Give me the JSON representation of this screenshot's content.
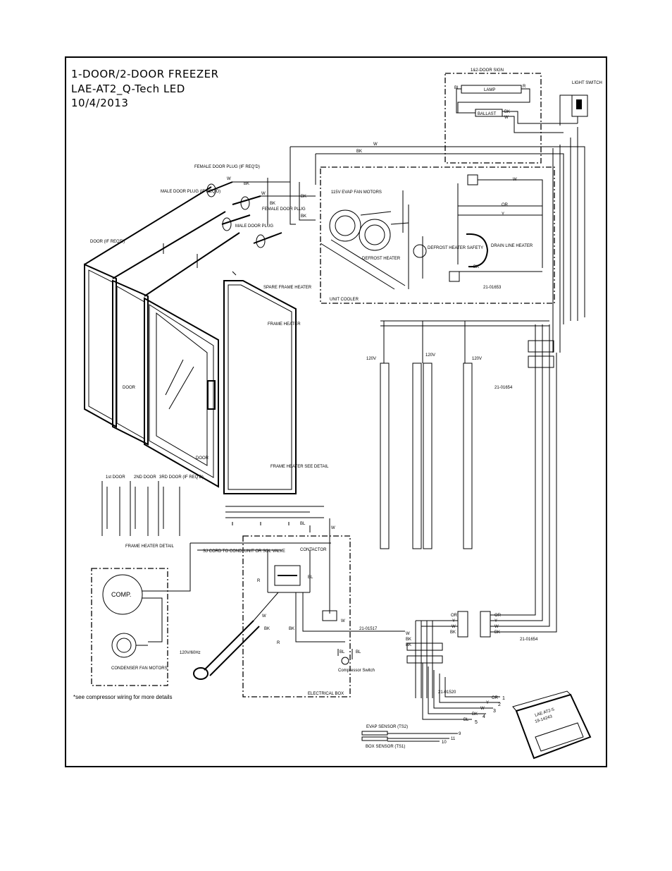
{
  "title": {
    "line1": "1-DOOR/2-DOOR FREEZER",
    "line2": "LAE-AT2_Q-Tech LED",
    "line3": "10/4/2013"
  },
  "sign": {
    "label": "1&2-DOOR SIGN",
    "lamp": "LAMP",
    "ballast": "BALLAST",
    "bl": "BL",
    "r": "R",
    "bk": "BK",
    "w": "W"
  },
  "light_switch": "LIGHT SWITCH",
  "plugs": {
    "female_door_plug_1": "FEMALE DOOR PLUG (IF REQ'D)",
    "male_door_plug_1": "MALE DOOR PLUG (IF REQ'D)",
    "female_door_plug_2": "FEMALE DOOR PLUG",
    "male_door_plug_2": "MALE DOOR PLUG"
  },
  "door_labels": {
    "door_if_reqd": "DOOR (IF REQ'D)",
    "door_a": "DOOR",
    "door_b": "DOOR",
    "spare_frame_heater": "SPARE FRAME HEATER",
    "frame_heater": "FRAME HEATER",
    "frame_heater_see_detail": "FRAME HEATER SEE DETAIL"
  },
  "unit_cooler": {
    "label": "UNIT COOLER",
    "fan_motors": "115V EVAP FAN MOTORS",
    "defrost_heater": "DEFROST HEATER",
    "defrost_heater_safety": "DEFROST HEATER SAFETY",
    "drain_line_heater": "DRAIN LINE HEATER"
  },
  "wire_colors": {
    "w": "W",
    "bk": "BK",
    "or": "OR",
    "y": "Y",
    "bl": "BL",
    "r": "R"
  },
  "part_numbers": {
    "p1653": "21-01653",
    "p1654a": "21-01654",
    "p1654b": "21-01654",
    "p1517": "21-01517",
    "p1520": "21-01520"
  },
  "led_strips": [
    "120V",
    "120V",
    "120V"
  ],
  "frame_heater_detail": {
    "title": "FRAME HEATER DETAIL",
    "doors": [
      "1st DOOR",
      "2ND DOOR",
      "3RD DOOR (IF REQ'D)"
    ],
    "heater_label": "FRAME HEATER"
  },
  "electrical": {
    "cord_note": "SJ CORD TO COND. UNIT OR SOL VALVE",
    "contactor": "CONTACTOR",
    "electrical_box": "ELECTRICAL BOX",
    "plug": "120V/60Hz",
    "compressor_switch": "Compressor Switch"
  },
  "condensing": {
    "comp": "COMP.",
    "condenser_fan_motors": "CONDENSER FAN MOTORS",
    "note": "*see compressor wiring for more details"
  },
  "controller": {
    "model": "LAE AT2-5",
    "part": "19-14243",
    "terminals": [
      {
        "color": "OR",
        "num": "1"
      },
      {
        "color": "Y",
        "num": "2"
      },
      {
        "color": "W",
        "num": "3"
      },
      {
        "color": "BK",
        "num": "4"
      },
      {
        "color": "BL",
        "num": "5"
      }
    ],
    "evap_sensor": "EVAP SENSOR (TS2)",
    "box_sensor": "BOX SENSOR (TS1)",
    "sensor_terms": [
      "9",
      "11",
      "10"
    ]
  },
  "terminal_colors": [
    "OR",
    "Y",
    "W",
    "BK"
  ]
}
